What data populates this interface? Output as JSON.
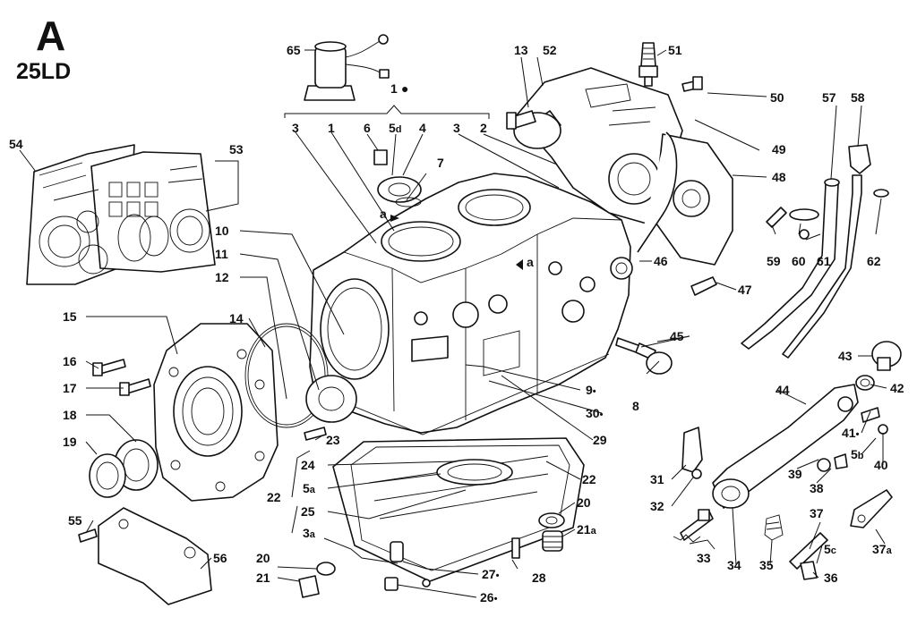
{
  "header": {
    "letter": "A",
    "model": "25LD"
  },
  "group_note": {
    "num": "1",
    "mark": "●"
  },
  "callouts": [
    {
      "key": "c65",
      "num": "65",
      "sfx": ""
    },
    {
      "key": "c13",
      "num": "13",
      "sfx": ""
    },
    {
      "key": "c52",
      "num": "52",
      "sfx": ""
    },
    {
      "key": "c51",
      "num": "51",
      "sfx": ""
    },
    {
      "key": "c50",
      "num": "50",
      "sfx": ""
    },
    {
      "key": "c57",
      "num": "57",
      "sfx": ""
    },
    {
      "key": "c58",
      "num": "58",
      "sfx": ""
    },
    {
      "key": "c3l",
      "num": "3",
      "sfx": ""
    },
    {
      "key": "c1",
      "num": "1",
      "sfx": ""
    },
    {
      "key": "c6",
      "num": "6",
      "sfx": ""
    },
    {
      "key": "c5d",
      "num": "5",
      "sfx": "d"
    },
    {
      "key": "c4",
      "num": "4",
      "sfx": ""
    },
    {
      "key": "c3r",
      "num": "3",
      "sfx": ""
    },
    {
      "key": "c2",
      "num": "2",
      "sfx": ""
    },
    {
      "key": "c7",
      "num": "7",
      "sfx": ""
    },
    {
      "key": "ca1",
      "num": "a",
      "sfx": ""
    },
    {
      "key": "ca2",
      "num": "a",
      "sfx": ""
    },
    {
      "key": "c49",
      "num": "49",
      "sfx": ""
    },
    {
      "key": "c48",
      "num": "48",
      "sfx": ""
    },
    {
      "key": "c54",
      "num": "54",
      "sfx": ""
    },
    {
      "key": "c53",
      "num": "53",
      "sfx": ""
    },
    {
      "key": "c10",
      "num": "10",
      "sfx": ""
    },
    {
      "key": "c11",
      "num": "11",
      "sfx": ""
    },
    {
      "key": "c12",
      "num": "12",
      "sfx": ""
    },
    {
      "key": "c14",
      "num": "14",
      "sfx": ""
    },
    {
      "key": "c15",
      "num": "15",
      "sfx": ""
    },
    {
      "key": "c16",
      "num": "16",
      "sfx": ""
    },
    {
      "key": "c17",
      "num": "17",
      "sfx": ""
    },
    {
      "key": "c18",
      "num": "18",
      "sfx": ""
    },
    {
      "key": "c19",
      "num": "19",
      "sfx": ""
    },
    {
      "key": "c59",
      "num": "59",
      "sfx": ""
    },
    {
      "key": "c60",
      "num": "60",
      "sfx": ""
    },
    {
      "key": "c61",
      "num": "61",
      "sfx": ""
    },
    {
      "key": "c62",
      "num": "62",
      "sfx": ""
    },
    {
      "key": "c46",
      "num": "46",
      "sfx": ""
    },
    {
      "key": "c47",
      "num": "47",
      "sfx": ""
    },
    {
      "key": "c45",
      "num": "45",
      "sfx": ""
    },
    {
      "key": "c43",
      "num": "43",
      "sfx": ""
    },
    {
      "key": "c42",
      "num": "42",
      "sfx": ""
    },
    {
      "key": "c44",
      "num": "44",
      "sfx": ""
    },
    {
      "key": "c9",
      "num": "9",
      "sfx": "•"
    },
    {
      "key": "c30",
      "num": "30",
      "sfx": "•"
    },
    {
      "key": "c8",
      "num": "8",
      "sfx": ""
    },
    {
      "key": "c29",
      "num": "29",
      "sfx": ""
    },
    {
      "key": "c41",
      "num": "41",
      "sfx": "•"
    },
    {
      "key": "c5b",
      "num": "5",
      "sfx": "b"
    },
    {
      "key": "c40",
      "num": "40",
      "sfx": ""
    },
    {
      "key": "c39",
      "num": "39",
      "sfx": ""
    },
    {
      "key": "c38",
      "num": "38",
      "sfx": ""
    },
    {
      "key": "c23",
      "num": "23",
      "sfx": ""
    },
    {
      "key": "c24",
      "num": "24",
      "sfx": ""
    },
    {
      "key": "c5a",
      "num": "5",
      "sfx": "a"
    },
    {
      "key": "c22l",
      "num": "22",
      "sfx": ""
    },
    {
      "key": "c22r",
      "num": "22",
      "sfx": ""
    },
    {
      "key": "c25",
      "num": "25",
      "sfx": ""
    },
    {
      "key": "c20r",
      "num": "20",
      "sfx": ""
    },
    {
      "key": "c21a",
      "num": "21",
      "sfx": "a"
    },
    {
      "key": "c31",
      "num": "31",
      "sfx": ""
    },
    {
      "key": "c32",
      "num": "32",
      "sfx": ""
    },
    {
      "key": "c3a",
      "num": "3",
      "sfx": "a"
    },
    {
      "key": "c55",
      "num": "55",
      "sfx": ""
    },
    {
      "key": "c56",
      "num": "56",
      "sfx": ""
    },
    {
      "key": "c20l",
      "num": "20",
      "sfx": ""
    },
    {
      "key": "c21",
      "num": "21",
      "sfx": ""
    },
    {
      "key": "c27",
      "num": "27",
      "sfx": "•"
    },
    {
      "key": "c28",
      "num": "28",
      "sfx": ""
    },
    {
      "key": "c26",
      "num": "26",
      "sfx": "•"
    },
    {
      "key": "c33",
      "num": "33",
      "sfx": ""
    },
    {
      "key": "c34",
      "num": "34",
      "sfx": ""
    },
    {
      "key": "c35",
      "num": "35",
      "sfx": ""
    },
    {
      "key": "c37",
      "num": "37",
      "sfx": ""
    },
    {
      "key": "c5c",
      "num": "5",
      "sfx": "c"
    },
    {
      "key": "c36",
      "num": "36",
      "sfx": ""
    },
    {
      "key": "c37a",
      "num": "37",
      "sfx": "a"
    }
  ]
}
